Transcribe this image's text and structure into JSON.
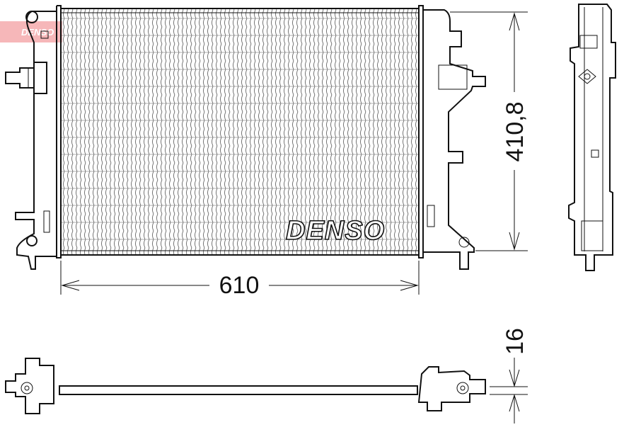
{
  "drawing": {
    "brand_logo": "DENSO",
    "watermark": "DENSO",
    "dimensions": {
      "width": "610",
      "height": "410,8",
      "depth": "16"
    },
    "colors": {
      "line": "#111111",
      "watermark": "#e8333a"
    }
  }
}
